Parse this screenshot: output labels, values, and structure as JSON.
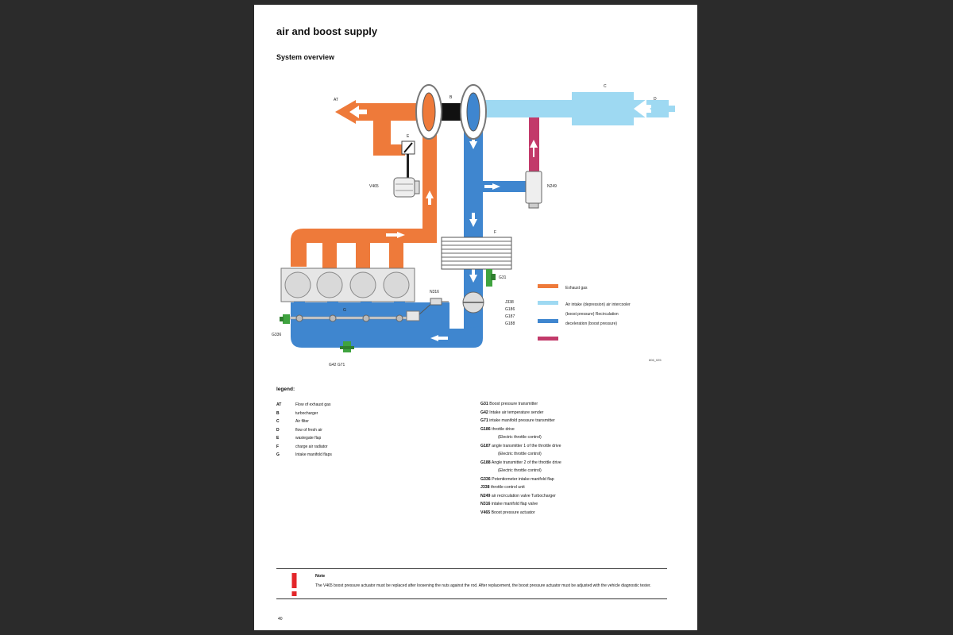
{
  "header": {
    "title": "air and boost supply",
    "subtitle": "System overview"
  },
  "diagram": {
    "labels": {
      "AT": "AT",
      "B": "B",
      "C": "C",
      "D": "D",
      "E": "E",
      "F": "F",
      "G": "G",
      "V465": "V465",
      "N249": "N249",
      "N316": "N316",
      "G31": "G31",
      "G336": "G336",
      "G42_G71": "G42 G71",
      "J338": "J338",
      "G186": "G186",
      "G187": "G187",
      "G188": "G188"
    },
    "key": {
      "exhaust": "Exhaust gas",
      "intake_line1": "Air intake (depression) air intercooler",
      "intake_line2": "(boost pressure) Recirculation",
      "intake_line3": "deceleration (boost pressure)"
    },
    "figure_code": "806_025",
    "colors": {
      "exhaust": "#ee7a3a",
      "fresh_air": "#9ed9f2",
      "boost_air": "#3f86cf",
      "recirculation": "#c23a6a",
      "sensor": "#3fa33f"
    }
  },
  "legend": {
    "heading": "legend:",
    "items": [
      {
        "key": "AT",
        "text": "Flow of exhaust gas"
      },
      {
        "key": "B",
        "text": "turbocharger"
      },
      {
        "key": "C",
        "text": "Air filter"
      },
      {
        "key": "D",
        "text": "flow of fresh air"
      },
      {
        "key": "E",
        "text": "wastegate flap"
      },
      {
        "key": "F",
        "text": "charge air radiator"
      },
      {
        "key": "G",
        "text": "Intake manifold flaps"
      }
    ],
    "components": [
      {
        "code": "G31",
        "text": "Boost pressure transmitter"
      },
      {
        "code": "G42",
        "text": "Intake air temperature sender"
      },
      {
        "code": "G71",
        "text": "intake manifold pressure transmitter"
      },
      {
        "code": "G186",
        "text": "throttle drive"
      },
      {
        "code": "",
        "text": "(Electric throttle control)"
      },
      {
        "code": "G187",
        "text": "angle transmitter 1 of the throttle drive"
      },
      {
        "code": "",
        "text": "(Electric throttle control)"
      },
      {
        "code": "G188",
        "text": "Angle transmitter 2 of the throttle drive"
      },
      {
        "code": "",
        "text": "(Electric throttle control)"
      },
      {
        "code": "G336",
        "text": "Potentiometer intake manifold flap"
      },
      {
        "code": "J338",
        "text": "throttle control unit"
      },
      {
        "code": "N249",
        "text": "air recirculation valve Turbocharger"
      },
      {
        "code": "N316",
        "text": "intake manifold flap valve"
      },
      {
        "code": "V465",
        "text": "Boost pressure actuator"
      }
    ]
  },
  "note": {
    "title": "Note",
    "text": "The V465 boost pressure actuator must be replaced after loosening the nuts against the rod. After replacement, the boost pressure actuator must be adjusted with the vehicle diagnostic tester."
  },
  "footer": {
    "page_number": "40"
  }
}
